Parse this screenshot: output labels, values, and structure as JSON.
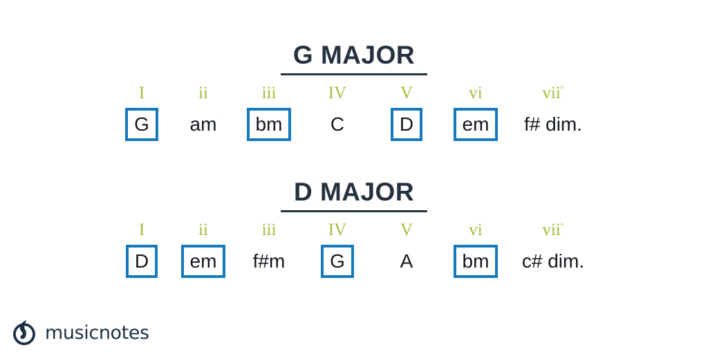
{
  "brand": {
    "name": "musicnotes",
    "logo_icon": "musicnotes-flame-circle-icon",
    "logo_color": "#1e3045"
  },
  "colors": {
    "background": "#ffffff",
    "title": "#25313f",
    "numeral": "#9cbf3b",
    "chord_text": "#13181d",
    "box_border": "#1579bd"
  },
  "sections": [
    {
      "id": "g-major",
      "title": "G MAJOR",
      "degrees": [
        {
          "numeral": "I",
          "degree_symbol": "",
          "chord": "G",
          "boxed": true
        },
        {
          "numeral": "ii",
          "degree_symbol": "",
          "chord": "am",
          "boxed": false
        },
        {
          "numeral": "iii",
          "degree_symbol": "",
          "chord": "bm",
          "boxed": true
        },
        {
          "numeral": "IV",
          "degree_symbol": "",
          "chord": "C",
          "boxed": false
        },
        {
          "numeral": "V",
          "degree_symbol": "",
          "chord": "D",
          "boxed": true
        },
        {
          "numeral": "vi",
          "degree_symbol": "",
          "chord": "em",
          "boxed": true
        },
        {
          "numeral": "vii",
          "degree_symbol": "°",
          "chord": "f# dim.",
          "boxed": false
        }
      ]
    },
    {
      "id": "d-major",
      "title": "D MAJOR",
      "degrees": [
        {
          "numeral": "I",
          "degree_symbol": "",
          "chord": "D",
          "boxed": true
        },
        {
          "numeral": "ii",
          "degree_symbol": "",
          "chord": "em",
          "boxed": true
        },
        {
          "numeral": "iii",
          "degree_symbol": "",
          "chord": "f#m",
          "boxed": false
        },
        {
          "numeral": "IV",
          "degree_symbol": "",
          "chord": "G",
          "boxed": true
        },
        {
          "numeral": "V",
          "degree_symbol": "",
          "chord": "A",
          "boxed": false
        },
        {
          "numeral": "vi",
          "degree_symbol": "",
          "chord": "bm",
          "boxed": true
        },
        {
          "numeral": "vii",
          "degree_symbol": "°",
          "chord": "c# dim.",
          "boxed": false
        }
      ]
    }
  ]
}
